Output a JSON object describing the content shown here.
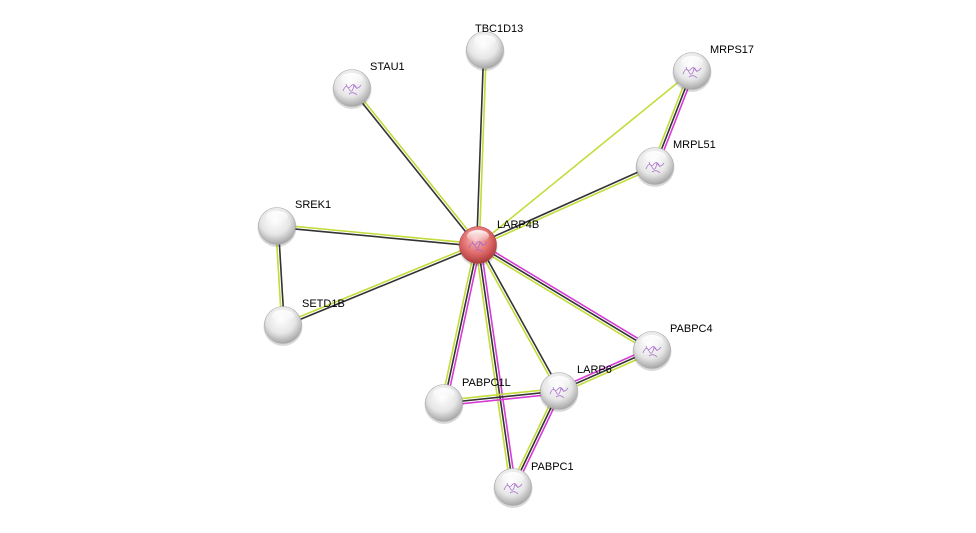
{
  "colors": {
    "query_node": "#e05858",
    "node": "#d8d8d8",
    "channels": {
      "experiments": "#d63cd6",
      "coexpression": "#333333",
      "textmining": "#c3dc3a"
    }
  },
  "nodes": [
    {
      "id": "LARP4B",
      "label": "LARP4B",
      "query": true,
      "structure": true
    },
    {
      "id": "TBC1D13",
      "label": "TBC1D13",
      "structure": false
    },
    {
      "id": "STAU1",
      "label": "STAU1",
      "structure": true
    },
    {
      "id": "MRPS17",
      "label": "MRPS17",
      "structure": true
    },
    {
      "id": "MRPL51",
      "label": "MRPL51",
      "structure": true
    },
    {
      "id": "SREK1",
      "label": "SREK1",
      "structure": false
    },
    {
      "id": "SETD1B",
      "label": "SETD1B",
      "structure": false
    },
    {
      "id": "PABPC4",
      "label": "PABPC4",
      "structure": true
    },
    {
      "id": "LARP6",
      "label": "LARP6",
      "structure": true
    },
    {
      "id": "PABPC1L",
      "label": "PABPC1L",
      "structure": false
    },
    {
      "id": "PABPC1",
      "label": "PABPC1",
      "structure": true
    }
  ],
  "edges": [
    {
      "source": "LARP4B",
      "target": "TBC1D13",
      "channels": [
        "coexpression",
        "textmining"
      ]
    },
    {
      "source": "LARP4B",
      "target": "STAU1",
      "channels": [
        "coexpression",
        "textmining"
      ]
    },
    {
      "source": "LARP4B",
      "target": "MRPS17",
      "channels": [
        "textmining"
      ]
    },
    {
      "source": "LARP4B",
      "target": "MRPL51",
      "channels": [
        "coexpression",
        "textmining"
      ]
    },
    {
      "source": "MRPS17",
      "target": "MRPL51",
      "channels": [
        "experiments",
        "coexpression",
        "textmining"
      ]
    },
    {
      "source": "LARP4B",
      "target": "SREK1",
      "channels": [
        "coexpression",
        "textmining"
      ]
    },
    {
      "source": "LARP4B",
      "target": "SETD1B",
      "channels": [
        "coexpression",
        "textmining"
      ]
    },
    {
      "source": "SREK1",
      "target": "SETD1B",
      "channels": [
        "coexpression",
        "textmining"
      ]
    },
    {
      "source": "LARP4B",
      "target": "PABPC4",
      "channels": [
        "experiments",
        "coexpression",
        "textmining"
      ]
    },
    {
      "source": "LARP4B",
      "target": "LARP6",
      "channels": [
        "coexpression",
        "textmining"
      ]
    },
    {
      "source": "LARP4B",
      "target": "PABPC1L",
      "channels": [
        "experiments",
        "coexpression",
        "textmining"
      ]
    },
    {
      "source": "LARP4B",
      "target": "PABPC1",
      "channels": [
        "experiments",
        "coexpression",
        "textmining"
      ]
    },
    {
      "source": "LARP6",
      "target": "PABPC4",
      "channels": [
        "experiments",
        "coexpression",
        "textmining"
      ]
    },
    {
      "source": "LARP6",
      "target": "PABPC1L",
      "channels": [
        "experiments",
        "coexpression",
        "textmining"
      ]
    },
    {
      "source": "LARP6",
      "target": "PABPC1",
      "channels": [
        "experiments",
        "coexpression",
        "textmining"
      ]
    }
  ]
}
